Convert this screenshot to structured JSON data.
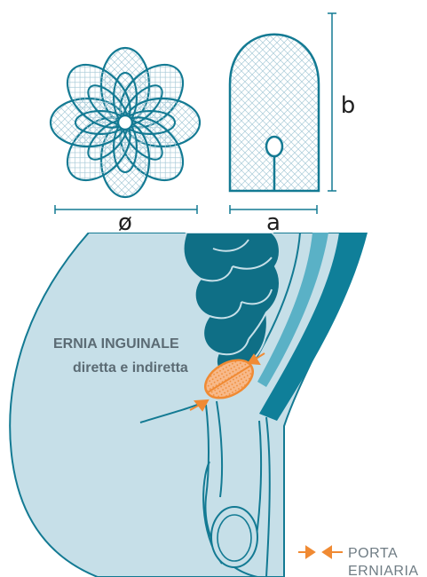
{
  "dimensions": {
    "diameter_label": "ø",
    "width_label": "a",
    "height_label": "b"
  },
  "hernia": {
    "title_line1": "ERNIA INGUINALE",
    "title_line2": "diretta e indiretta"
  },
  "legend": {
    "line1": "PORTA",
    "line2": "ERNIARIA"
  },
  "colors": {
    "outline": "#137a93",
    "mesh": "#9cc3d1",
    "body_fill": "#c6dfe8",
    "intestine": "#0f6f86",
    "wall_dark": "#0f7f99",
    "wall_light": "#5ab1c6",
    "accent": "#f08a33"
  }
}
